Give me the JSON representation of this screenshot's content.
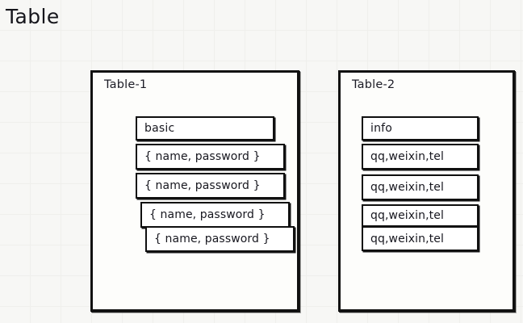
{
  "page": {
    "title": "Table",
    "background_color": "#f7f7f5",
    "grid_line_color": "#efefec",
    "ink_color": "#111111"
  },
  "tables": [
    {
      "id": "table-1",
      "caption": "Table-1",
      "header": "basic",
      "rows": [
        "{ name, password }",
        "{ name, password }",
        "{ name, password }",
        "{ name, password }"
      ]
    },
    {
      "id": "table-2",
      "caption": "Table-2",
      "header": "info",
      "rows": [
        "qq,weixin,tel",
        "qq,weixin,tel",
        "qq,weixin,tel",
        "qq,weixin,tel"
      ]
    }
  ]
}
